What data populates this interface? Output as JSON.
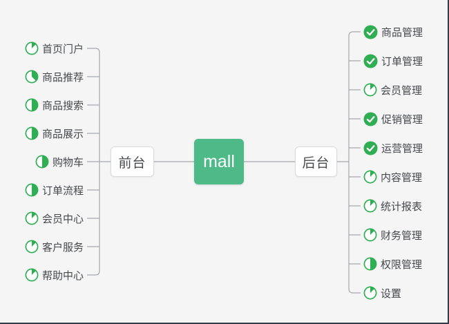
{
  "canvas": {
    "background": "#f5f5f6",
    "edge_border": "#343b49",
    "line_color": "#a3a7ab"
  },
  "root": {
    "label": "mall",
    "bg": "#4dba87",
    "text_color": "#ffffff"
  },
  "icon_colors": {
    "green": "#2fae53"
  },
  "branches": [
    {
      "id": "frontend",
      "label": "前台",
      "side": "left",
      "items": [
        {
          "label": "首页门户",
          "icon": "pie",
          "progress": 0.125
        },
        {
          "label": "商品推荐",
          "icon": "pie",
          "progress": 0.375
        },
        {
          "label": "商品搜索",
          "icon": "pie",
          "progress": 0.5
        },
        {
          "label": "商品展示",
          "icon": "pie",
          "progress": 0.5
        },
        {
          "label": "购物车",
          "icon": "pie",
          "progress": 0.5
        },
        {
          "label": "订单流程",
          "icon": "pie",
          "progress": 0.5
        },
        {
          "label": "会员中心",
          "icon": "pie",
          "progress": 0.125
        },
        {
          "label": "客户服务",
          "icon": "pie",
          "progress": 0.125
        },
        {
          "label": "帮助中心",
          "icon": "pie",
          "progress": 0.125
        }
      ]
    },
    {
      "id": "backend",
      "label": "后台",
      "side": "right",
      "items": [
        {
          "label": "商品管理",
          "icon": "check",
          "progress": 1
        },
        {
          "label": "订单管理",
          "icon": "check",
          "progress": 1
        },
        {
          "label": "会员管理",
          "icon": "pie",
          "progress": 0.125
        },
        {
          "label": "促销管理",
          "icon": "check",
          "progress": 1
        },
        {
          "label": "运营管理",
          "icon": "check",
          "progress": 1
        },
        {
          "label": "内容管理",
          "icon": "pie",
          "progress": 0.125
        },
        {
          "label": "统计报表",
          "icon": "pie",
          "progress": 0.125
        },
        {
          "label": "财务管理",
          "icon": "pie",
          "progress": 0.125
        },
        {
          "label": "权限管理",
          "icon": "pie",
          "progress": 0.5
        },
        {
          "label": "设置",
          "icon": "pie",
          "progress": 0.125
        }
      ]
    }
  ]
}
